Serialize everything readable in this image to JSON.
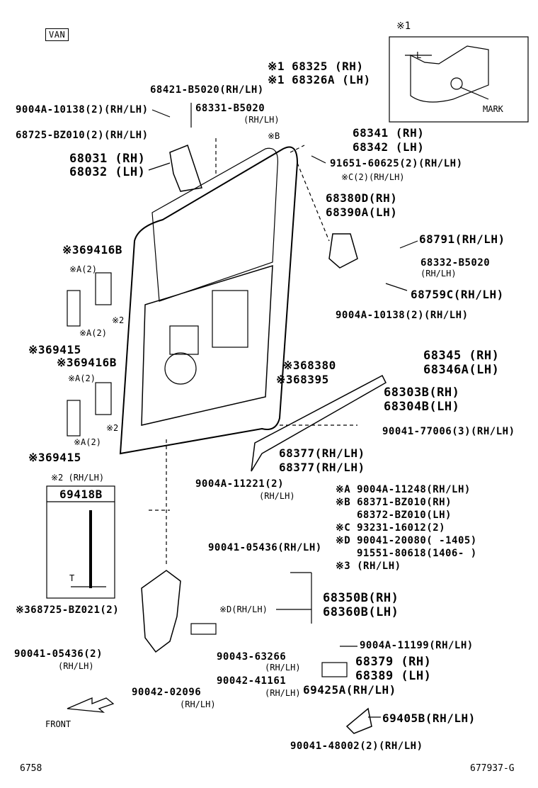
{
  "header": {
    "variant": "VAN"
  },
  "footer": {
    "left": "6758",
    "right": "677937-G",
    "front": "FRONT"
  },
  "detail1": {
    "mark": "※1",
    "callout": "MARK",
    "dim": "L"
  },
  "detail2": {
    "title": "※2 (RH/LH)",
    "part": "69418B",
    "dim": "T"
  },
  "labels": [
    "※1 68325 (RH)",
    "※1 68326A (LH)",
    "68421-B5020(RH/LH)",
    "68331-B5020",
    "(RH/LH)",
    "9004A-10138(2)(RH/LH)",
    "68725-BZ010(2)(RH/LH)",
    "68031 (RH)",
    "68032 (LH)",
    "68341 (RH)",
    "68342 (LH)",
    "※B",
    "91651-60625(2)(RH/LH)",
    "※C(2)(RH/LH)",
    "68380D(RH)",
    "68390A(LH)",
    "68791(RH/LH)",
    "68332-B5020",
    "(RH/LH)",
    "68759C(RH/LH)",
    "9004A-10138(2)(RH/LH)",
    "※369416B",
    "※A(2)",
    "※A(2)",
    "※2",
    "※369415",
    "※369416B",
    "※A(2)",
    "※A(2)",
    "※2",
    "※369415",
    "※368380",
    "※368395",
    "68345 (RH)",
    "68346A(LH)",
    "68303B(RH)",
    "68304B(LH)",
    "90041-77006(3)(RH/LH)",
    "68377(RH/LH)",
    "68377(RH/LH)",
    "9004A-11221(2)",
    "(RH/LH)",
    "※A 9004A-11248(RH/LH)",
    "※B 68371-BZ010(RH)",
    "68372-BZ010(LH)",
    "※C 93231-16012(2)",
    "※D 90041-20080( -1405)",
    "91551-80618(1406- )",
    "※3 (RH/LH)",
    "90041-05436(RH/LH)",
    "※368725-BZ021(2)",
    "68350B(RH)",
    "68360B(LH)",
    "※D(RH/LH)",
    "90041-05436(2)",
    "(RH/LH)",
    "90043-63266",
    "(RH/LH)",
    "90042-41161",
    "(RH/LH)",
    "90042-02096",
    "(RH/LH)",
    "9004A-11199(RH/LH)",
    "68379 (RH)",
    "68389 (LH)",
    "69425A(RH/LH)",
    "69405B(RH/LH)",
    "90041-48002(2)(RH/LH)"
  ]
}
